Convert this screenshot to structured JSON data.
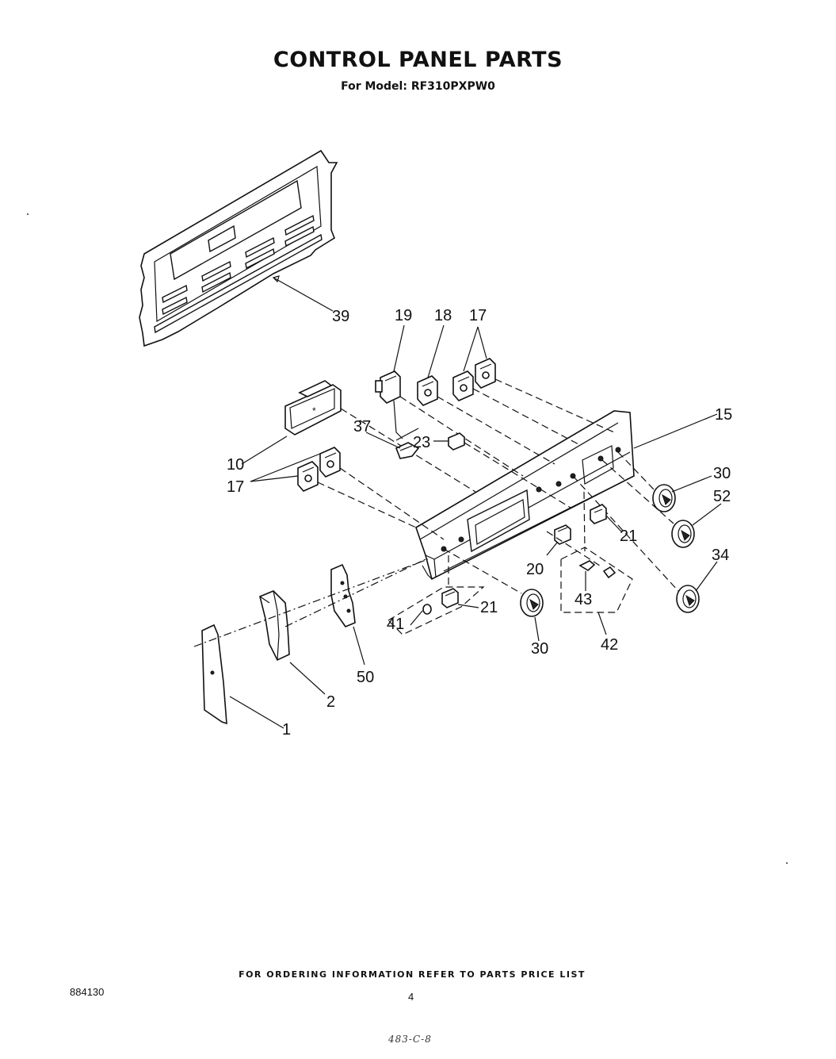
{
  "title": "CONTROL PANEL PARTS",
  "subtitle": "For Model: RF310PXPW0",
  "callouts": {
    "c39": "39",
    "c19": "19",
    "c18": "18",
    "c17a": "17",
    "c15": "15",
    "c37": "37",
    "c23": "23",
    "c10": "10",
    "c17b": "17",
    "c30a": "30",
    "c52": "52",
    "c21a": "21",
    "c20": "20",
    "c34": "34",
    "c43": "43",
    "c41": "41",
    "c21b": "21",
    "c30b": "30",
    "c42": "42",
    "c50": "50",
    "c2": "2",
    "c1": "1"
  },
  "footer": {
    "note": "FOR ORDERING INFORMATION REFER TO PARTS PRICE LIST",
    "doc_number": "884130",
    "page_number": "4",
    "handwritten": "483-C-8"
  }
}
